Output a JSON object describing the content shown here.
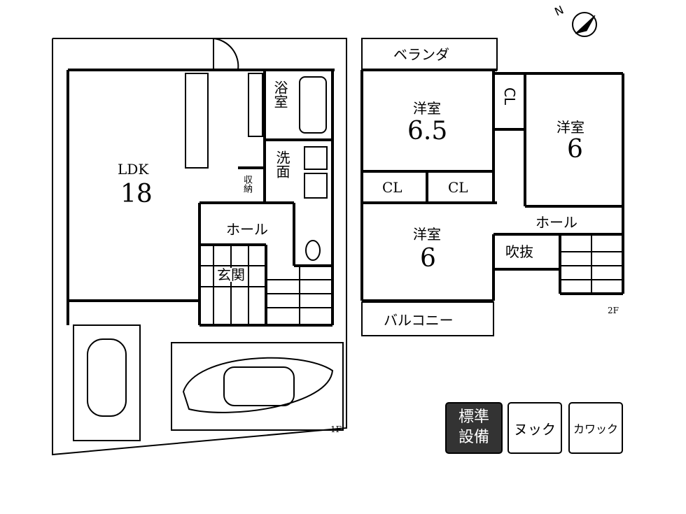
{
  "floor1": {
    "floor_label": "1F",
    "ldk": {
      "name": "LDK",
      "size": "18"
    },
    "bath": "浴室",
    "washroom": "洗面",
    "storage": "収納",
    "hall": "ホール",
    "entrance": "玄関"
  },
  "floor2": {
    "floor_label": "2F",
    "veranda": "ベランダ",
    "room_a": {
      "name": "洋室",
      "size": "6.5"
    },
    "room_b": {
      "name": "洋室",
      "size": "6"
    },
    "room_c": {
      "name": "洋室",
      "size": "6"
    },
    "closet_1": "CL",
    "closet_2": "CL",
    "closet_3": "CL",
    "hall": "ホール",
    "atrium": "吹抜",
    "balcony": "バルコニー"
  },
  "compass": {
    "label": "N"
  },
  "badges": {
    "standard": "標準設備",
    "nook": "ヌック",
    "kawakku": "カワック"
  }
}
